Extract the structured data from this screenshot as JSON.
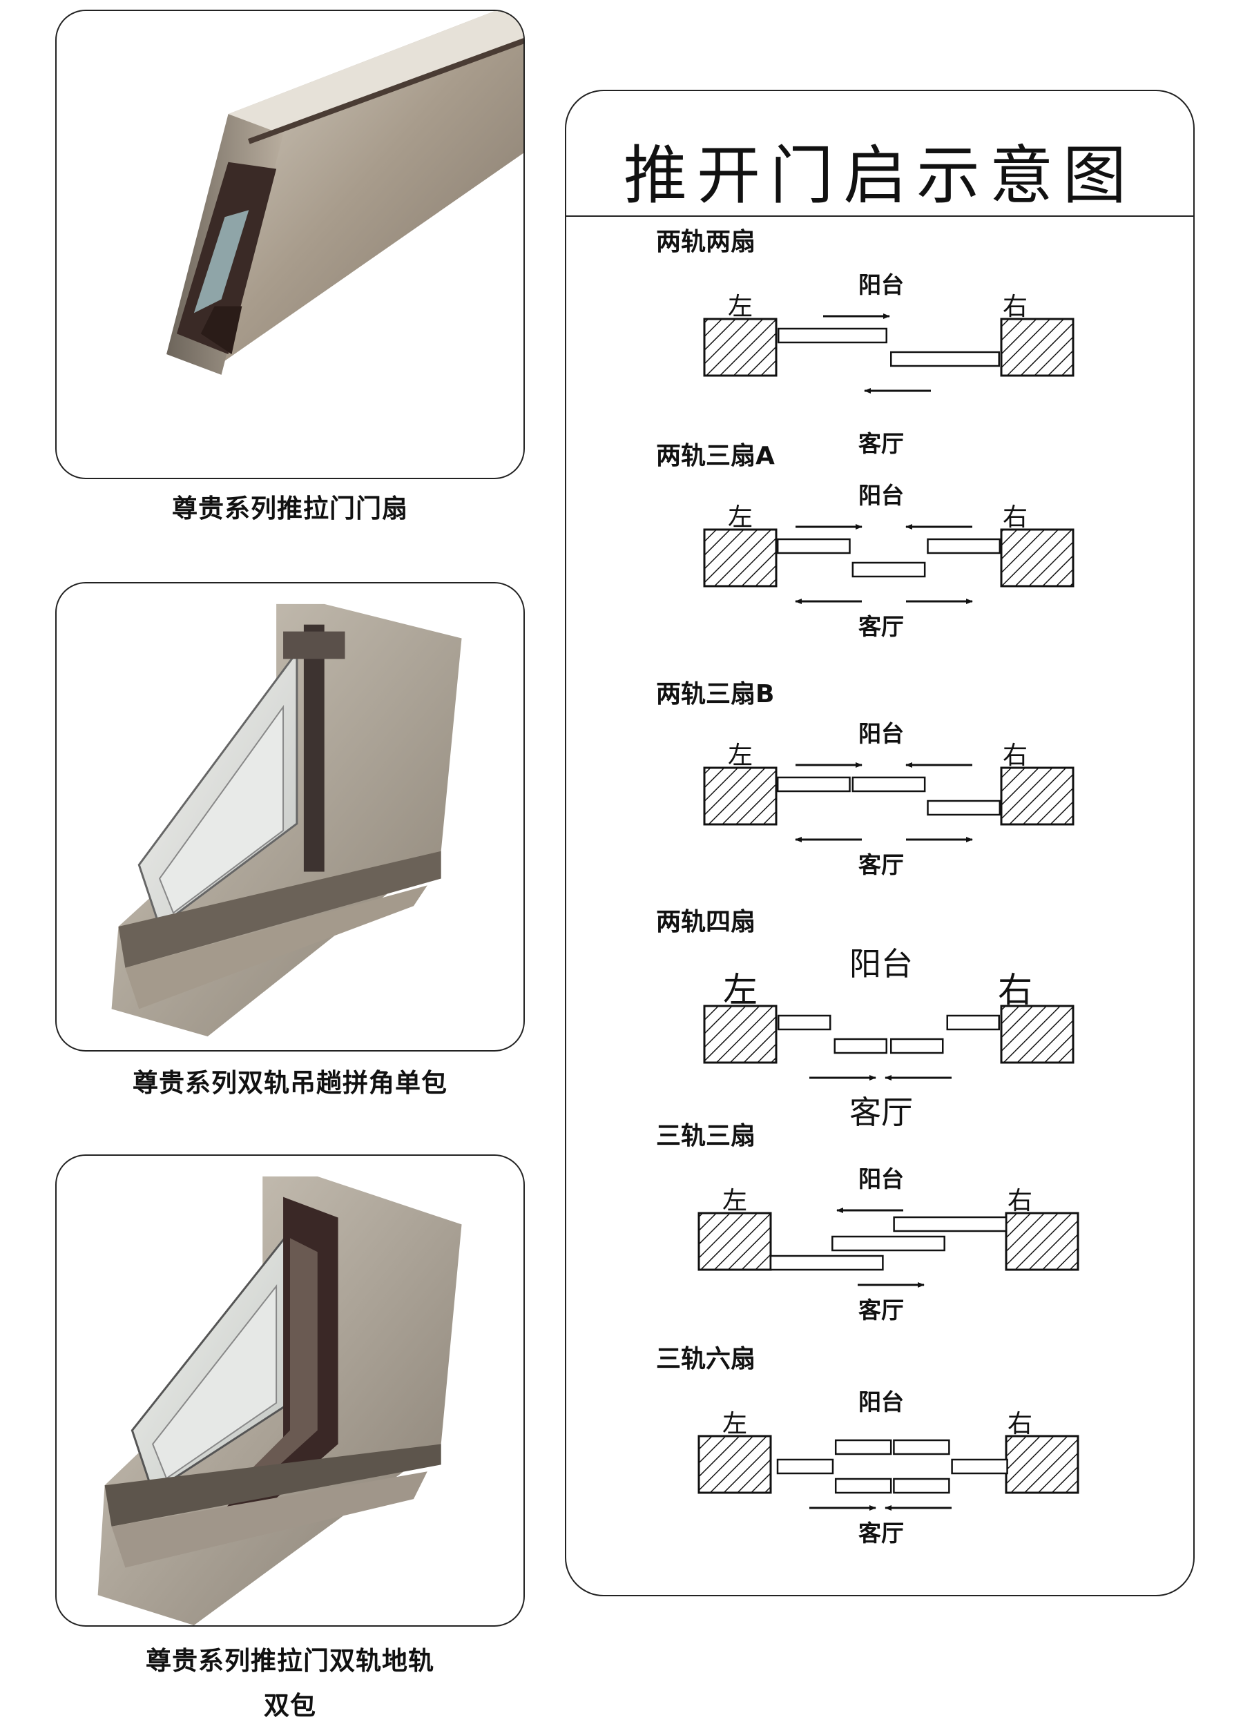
{
  "products": [
    {
      "caption": "尊贵系列推拉门门扇",
      "image_icon": "aluminum-door-sash-profile-photo"
    },
    {
      "caption": "尊贵系列双轨吊趟拼角单包",
      "image_icon": "double-track-sliding-window-corner-photo"
    },
    {
      "caption_lines": [
        "尊贵系列推拉门双轨地轨",
        "双包"
      ],
      "image_icon": "double-track-floor-rail-door-corner-photo"
    }
  ],
  "diagram": {
    "title": "推开门启示意图",
    "schemes": [
      {
        "title": "两轨两扇",
        "left": "左",
        "right": "右",
        "top": "阳台",
        "bottom": "客厅",
        "panels": [
          {
            "track": "front",
            "slot": 0
          },
          {
            "track": "back",
            "slot": 1
          }
        ],
        "arrows": [
          {
            "pos": "above",
            "dir": "right"
          },
          {
            "pos": "below",
            "dir": "left"
          }
        ]
      },
      {
        "title": "两轨三扇A",
        "left": "左",
        "right": "右",
        "top": "阳台",
        "bottom": "客厅",
        "panels": [
          {
            "track": "front",
            "slot": 0
          },
          {
            "track": "back",
            "slot": 1
          },
          {
            "track": "front",
            "slot": 2
          }
        ],
        "arrows": [
          {
            "pos": "above",
            "dir": "right"
          },
          {
            "pos": "above",
            "dir": "left"
          },
          {
            "pos": "below",
            "dir": "left"
          },
          {
            "pos": "below",
            "dir": "right"
          }
        ]
      },
      {
        "title": "两轨三扇B",
        "left": "左",
        "right": "右",
        "top": "阳台",
        "bottom": "客厅",
        "panels": [
          {
            "track": "front",
            "slot": 0
          },
          {
            "track": "front",
            "slot": 1
          },
          {
            "track": "back",
            "slot": 2
          }
        ],
        "arrows": [
          {
            "pos": "above",
            "dir": "right"
          },
          {
            "pos": "above",
            "dir": "left"
          },
          {
            "pos": "below",
            "dir": "left"
          },
          {
            "pos": "below",
            "dir": "right"
          }
        ]
      },
      {
        "title": "两轨四扇",
        "left": "左",
        "right": "右",
        "top": "阳台",
        "bottom": "客厅",
        "panels": [
          {
            "track": "front",
            "slot": 0
          },
          {
            "track": "back",
            "slot": 1
          },
          {
            "track": "back",
            "slot": 2
          },
          {
            "track": "front",
            "slot": 3
          }
        ],
        "arrows": [
          {
            "pos": "below",
            "dir": "right"
          },
          {
            "pos": "below",
            "dir": "left"
          }
        ]
      },
      {
        "title": "三轨三扇",
        "left": "左",
        "right": "右",
        "top": "阳台",
        "bottom": "客厅",
        "panels": [
          {
            "track": "track1",
            "slot": 2
          },
          {
            "track": "track2",
            "slot": 1
          },
          {
            "track": "track3",
            "slot": 0
          }
        ],
        "arrows": [
          {
            "pos": "above",
            "dir": "left"
          },
          {
            "pos": "below",
            "dir": "right"
          }
        ]
      },
      {
        "title": "三轨六扇",
        "left": "左",
        "right": "右",
        "top": "阳台",
        "bottom": "客厅",
        "panels": [
          {
            "track": "track1",
            "slot": 1
          },
          {
            "track": "track1",
            "slot": 2
          },
          {
            "track": "track2",
            "slot": 0
          },
          {
            "track": "track2",
            "slot": 3
          },
          {
            "track": "track3",
            "slot": 1
          },
          {
            "track": "track3",
            "slot": 2
          }
        ],
        "arrows": [
          {
            "pos": "below",
            "dir": "right"
          },
          {
            "pos": "below",
            "dir": "left"
          }
        ]
      }
    ]
  }
}
